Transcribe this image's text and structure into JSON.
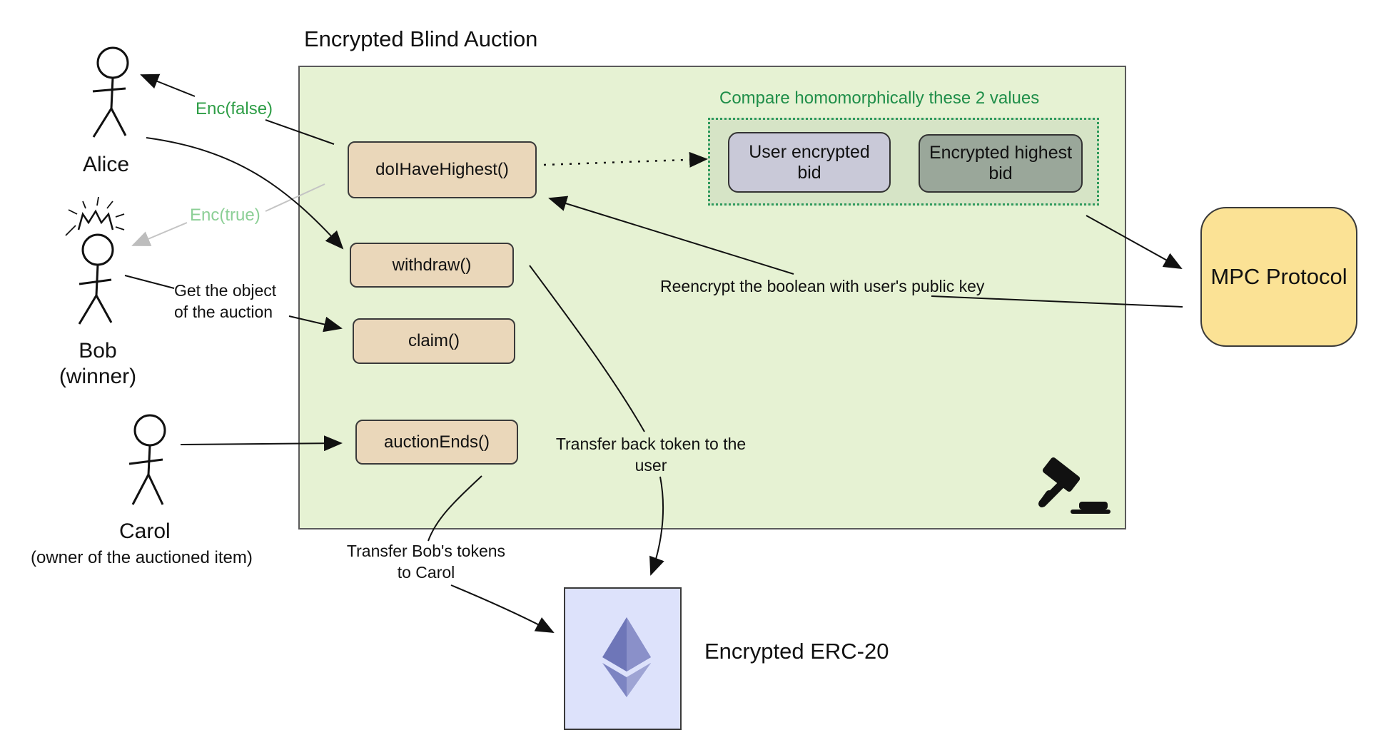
{
  "diagram": {
    "title": "Encrypted Blind Auction",
    "compare_label": "Compare homomorphically these 2 values",
    "functions": {
      "do_i_have_highest": "doIHaveHighest()",
      "withdraw": "withdraw()",
      "claim": "claim()",
      "auction_ends": "auctionEnds()"
    },
    "values": {
      "user_bid_line1": "User encrypted",
      "user_bid_line2": "bid",
      "highest_bid_line1": "Encrypted highest",
      "highest_bid_line2": "bid"
    },
    "mpc_label": "MPC Protocol",
    "erc20_label": "Encrypted ERC-20",
    "actors": {
      "alice": "Alice",
      "bob_line1": "Bob",
      "bob_line2": "(winner)",
      "carol": "Carol",
      "carol_role": "(owner of the auctioned item)"
    },
    "edge_labels": {
      "enc_false": "Enc(false)",
      "enc_true": "Enc(true)",
      "get_object_line1": "Get the object",
      "get_object_line2": "of the auction",
      "reencrypt": "Reencrypt the boolean with user's public key",
      "transfer_back_line1": "Transfer back token to the",
      "transfer_back_line2": "user",
      "transfer_bob_line1": "Transfer Bob's tokens",
      "transfer_bob_line2": "to Carol"
    },
    "icons": [
      "gavel-icon",
      "ethereum-icon",
      "stick-figure-icon"
    ],
    "colors": {
      "container_fill": "#e6f2d3",
      "function_fill": "#ead7ba",
      "compare_text": "#1f8e49",
      "user_bid_fill": "#c9c9d8",
      "highest_bid_fill": "#9aa79a",
      "mpc_fill": "#fbe295",
      "erc20_fill": "#dde2fb",
      "enc_false_text": "#2f9e47",
      "enc_true_text": "#8ccf96"
    }
  }
}
